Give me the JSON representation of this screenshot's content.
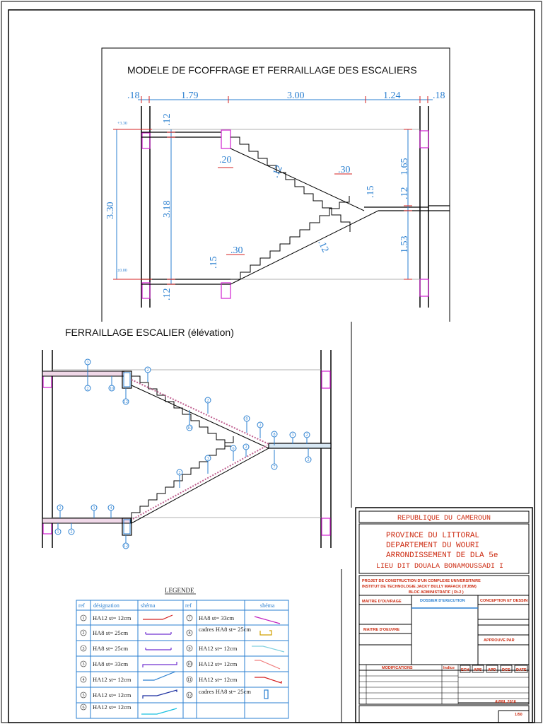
{
  "drawing": {
    "title_plan": "MODELE DE FCOFFRAGE ET FERRAILLAGE DES ESCALIERS",
    "title_elevation": "FERRAILLAGE ESCALIER (élévation)",
    "dims_top": [
      ".18",
      "1.79",
      "3.00",
      "1.24",
      ".18"
    ],
    "dims_left": [
      ".12",
      "3.18",
      ".12",
      "3.30"
    ],
    "dims_right": [
      "1.65",
      ".12",
      "1.53"
    ],
    "dims_inner": [
      ".20",
      ".12",
      ".30",
      ".15",
      ".12",
      ".30",
      ".15"
    ],
    "levels": [
      "+3.30",
      "±0.00"
    ]
  },
  "callouts": {
    "upper": [
      "3",
      "2",
      "10",
      "12",
      "2",
      "2",
      "10",
      "9",
      "2",
      "8",
      "3",
      "2",
      "2",
      "7"
    ],
    "lower": [
      "2",
      "6",
      "3",
      "2",
      "6",
      "2",
      "3",
      "4",
      "2",
      "1",
      "2",
      "12"
    ]
  },
  "legend": {
    "title": "LEGENDE",
    "headers": [
      "ref",
      "désignation",
      "shéma",
      "ref",
      "",
      "shéma"
    ],
    "rows": [
      {
        "ref": "1",
        "des": "HA12 st= 12cm",
        "ref2": "7",
        "des2": "HA8 st= 33cm"
      },
      {
        "ref": "2",
        "des": "HA8 st= 25cm",
        "ref2": "8",
        "des2": "cadres HA8 st= 25cm"
      },
      {
        "ref": "3",
        "des": "HA8 st= 25cm",
        "ref2": "9",
        "des2": "HA12 st= 12cm"
      },
      {
        "ref": "3",
        "des": "HA8 st= 33cm",
        "ref2": "10",
        "des2": "HA12 st= 12cm"
      },
      {
        "ref": "4",
        "des": "HA12 st= 12cm",
        "ref2": "11",
        "des2": "HA12 st= 12cm"
      },
      {
        "ref": "5",
        "des": "HA12 st= 12cm",
        "ref2": "12",
        "des2": "cadres HA8 st= 25cm"
      },
      {
        "ref": "6",
        "des": "HA12 st= 12cm",
        "ref2": "",
        "des2": ""
      }
    ]
  },
  "title_block": {
    "republic": "REPUBLIQUE DU CAMEROUN",
    "location": [
      "PROVINCE DU LITTORAL",
      "DEPARTEMENT DU WOURI",
      "ARRONDISSEMENT DE DLA 5e",
      "LIEU DIT DOUALA BONAMOUSSADI I"
    ],
    "project": [
      "PROJET DE CONSTRUCTION D'UN COMPLEXE UNIVERSITAIRE",
      "INSTITUT DE TECHNOLOGIE JACKY BULLY MAFACK (ITJBM)",
      "BLOC ADMINISTRATIF ( R+2 )"
    ],
    "maitre_ouvrage": "MAITRE D'OUVRAGE",
    "dossier": "DOSSIER D'EXECUTION",
    "conception": "CONCEPTION ET DESSIN",
    "maitre_oeuvre": "MAITRE D'OEUVRE",
    "approuve": "APPROUVE PAR",
    "modifications": "MODIFICATIONS",
    "revision_headers": [
      "Indice",
      "ECH",
      "APS",
      "APD",
      "DCE",
      "DATE"
    ],
    "date": "AVRIL 2016",
    "echelle": "1/50"
  }
}
